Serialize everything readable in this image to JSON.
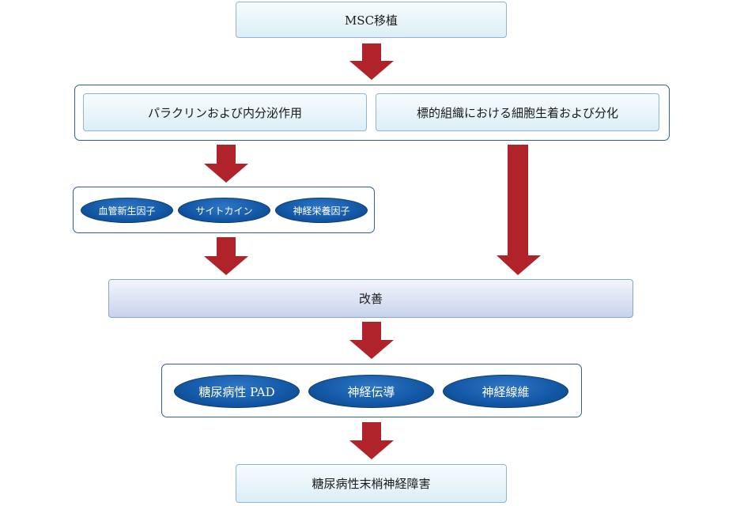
{
  "nodes": {
    "msc": "MSC移植",
    "paracrine": "パラクリンおよび内分泌作用",
    "engraft": "標的組織における細胞生着および分化",
    "factors": [
      "血管新生因子",
      "サイトカイン",
      "神経栄養因子"
    ],
    "improve": "改善",
    "outcomes": [
      "糖尿病性 PAD",
      "神経伝導",
      "神経線維"
    ],
    "target": "糖尿病性末梢神経障害"
  },
  "colors": {
    "arrow": "#b0232a",
    "group_border": "#2f5f97",
    "oval_fill": "#145aa8",
    "light_box": "#dceef7",
    "improve_box": "#c7d3ec"
  }
}
